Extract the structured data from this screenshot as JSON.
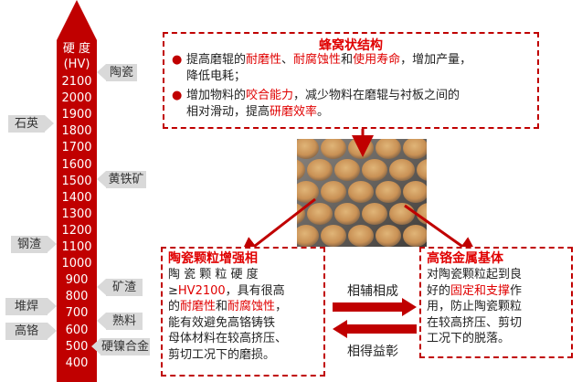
{
  "hardness_scale": {
    "title_line1": "硬 度",
    "title_line2": "(HV)",
    "ticks": [
      "2100",
      "2000",
      "1900",
      "1800",
      "1700",
      "1600",
      "1500",
      "1400",
      "1300",
      "1200",
      "1100",
      "1000",
      "900",
      "800",
      "700",
      "600",
      "500",
      "400"
    ]
  },
  "materials": {
    "ceramic": "陶瓷",
    "quartz": "石英",
    "pyrite": "黄铁矿",
    "steel_slag": "钢渣",
    "mineral_slag": "矿渣",
    "surfacing": "堆焊",
    "clinker": "熟料",
    "high_chrome": "高铬",
    "ni_hard": "硬镍合金"
  },
  "honeycomb": {
    "title": "蜂窝状结构",
    "b1_p1": "提高磨辊的",
    "b1_h1": "耐磨性",
    "b1_p2": "、",
    "b1_h2": "耐腐蚀性",
    "b1_p3": "和",
    "b1_h3": "使用寿命",
    "b1_p4": "，增加产量，",
    "b1_line2": "降低电耗；",
    "b2_p1": "增加物料的",
    "b2_h1": "咬合能力",
    "b2_p2": "，减少物料在磨辊与衬板之间的",
    "b2_line2a": "相对滑动，提高",
    "b2_h2": "研磨效率",
    "b2_line2b": "。"
  },
  "ceramic_box": {
    "title": "陶瓷颗粒增强相",
    "l1": "陶 瓷 颗 粒 硬 度",
    "l2a": "≥",
    "l2b": "HV2100",
    "l2c": "，具有很高",
    "l3a": "的",
    "l3b": "耐磨性",
    "l3c": "和",
    "l3d": "耐腐蚀性",
    "l3e": "，",
    "l4": "能有效避免高铬铸铁",
    "l5": "母体材料在较高挤压、",
    "l6": "剪切工况下的磨损。"
  },
  "metal_box": {
    "title": "高铬金属基体",
    "l1": "对陶瓷颗粒起到良",
    "l2a": "好的",
    "l2b": "固定和支撑",
    "l2c": "作",
    "l3": "用，防止陶瓷颗粒",
    "l4": "在较高挤压、剪切",
    "l5": "工况下的脱落。"
  },
  "relations": {
    "top": "相辅相成",
    "bottom": "相得益彰"
  },
  "colors": {
    "accent": "#c00000",
    "tag": "#d9d9d9"
  }
}
